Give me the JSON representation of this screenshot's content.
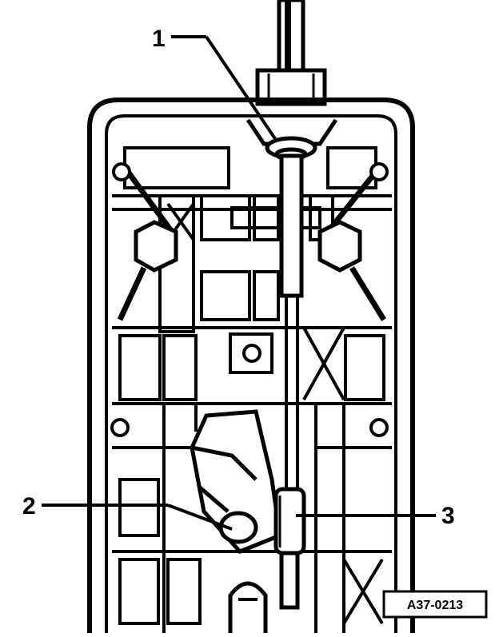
{
  "callouts": [
    {
      "id": "1",
      "label": "1"
    },
    {
      "id": "2",
      "label": "2"
    },
    {
      "id": "3",
      "label": "3"
    }
  ],
  "reference_code": "A37-0213",
  "colors": {
    "ink": "#000000",
    "paper": "#ffffff"
  }
}
